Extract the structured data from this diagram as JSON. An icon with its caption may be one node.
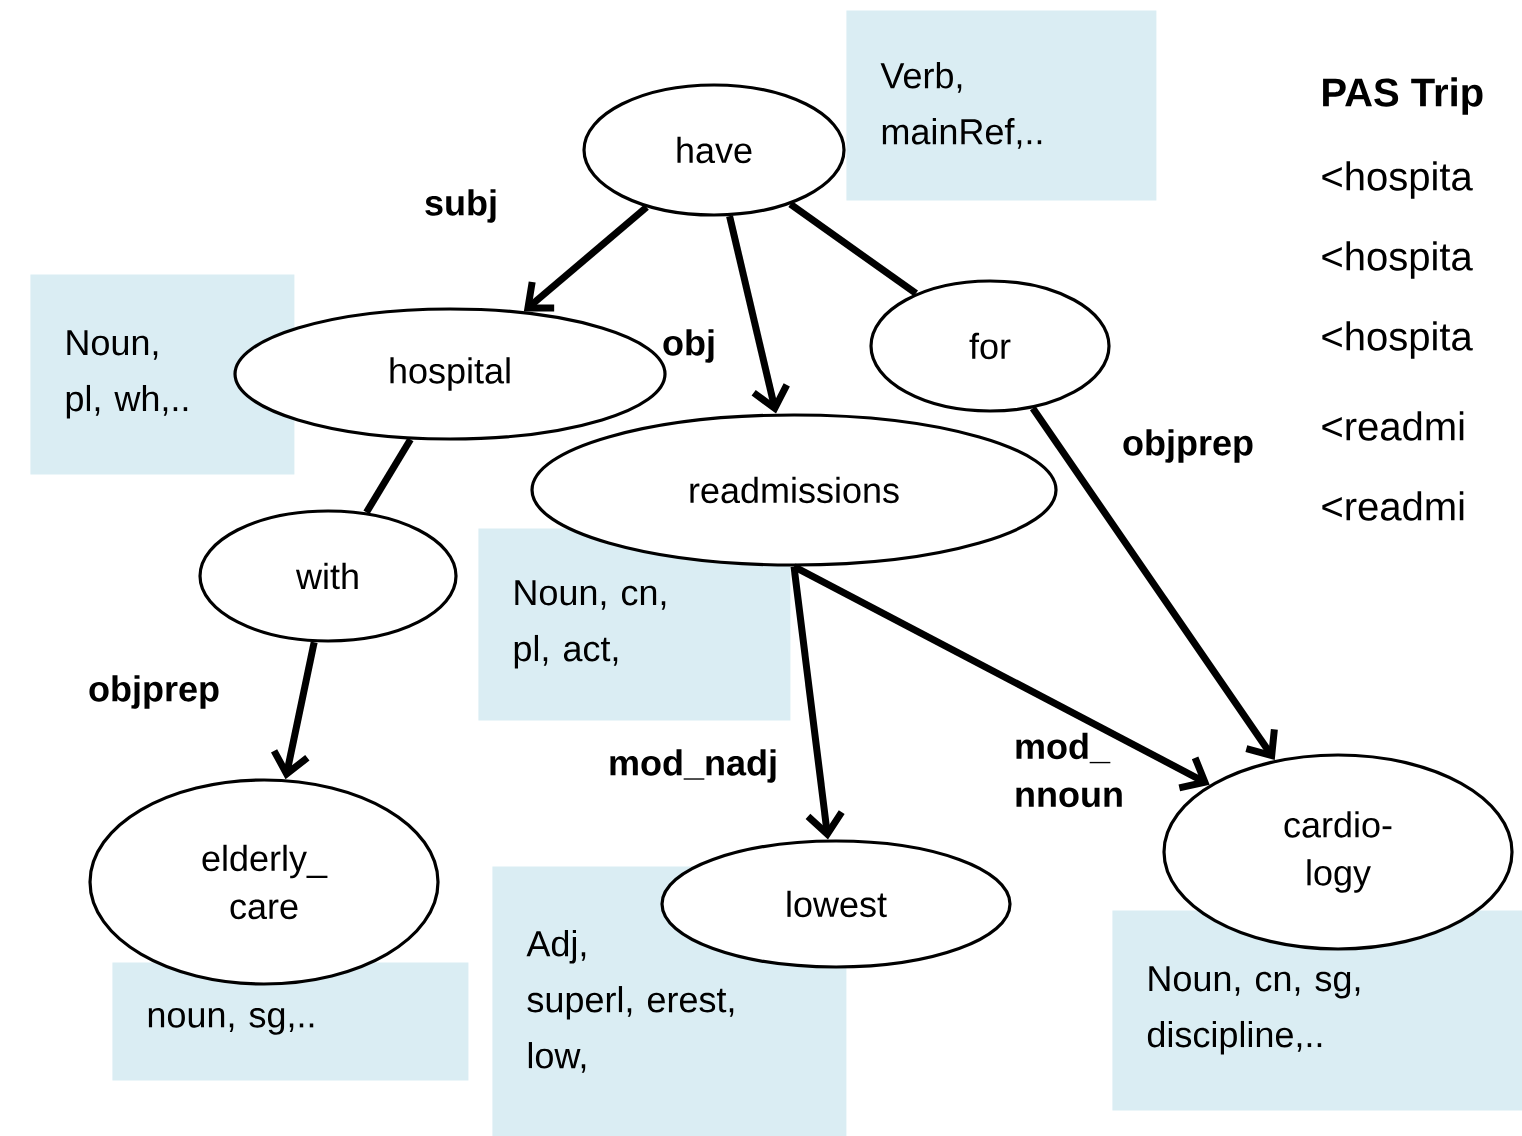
{
  "diagram": {
    "nodes": [
      {
        "text": [
          "have"
        ]
      },
      {
        "text": [
          "Verb, mainRef,.."
        ]
      },
      {
        "text": [
          "Noun, pl, wh,.."
        ]
      },
      {
        "text": [
          "hospital"
        ]
      },
      {
        "text": [
          "for"
        ]
      },
      {
        "text": [
          "readmissions"
        ]
      },
      {
        "text": [
          "with"
        ]
      },
      {
        "text": [
          "Noun, cn, pl, act,"
        ]
      },
      {
        "text": [
          "elderly_ care"
        ]
      },
      {
        "text": [
          "Adj, superl, erest, low,"
        ]
      },
      {
        "text": [
          "lowest"
        ]
      },
      {
        "text": [
          "cardio- logy"
        ]
      },
      {
        "text": [
          "noun, sg,.."
        ]
      },
      {
        "text": [
          "Noun, cn, sg, discipline,.."
        ]
      }
    ],
    "edges": [
      {
        "from": 0,
        "to": 3,
        "arrow": "to",
        "label": "subj"
      },
      {
        "from": 0,
        "to": 5,
        "arrow": "to",
        "label": "obj"
      },
      {
        "from": 0,
        "to": 4,
        "arrow": "none"
      },
      {
        "from": 3,
        "to": 6,
        "arrow": "none"
      },
      {
        "from": 6,
        "to": 8,
        "arrow": "to",
        "label": "objprep"
      },
      {
        "from": 4,
        "to": 11,
        "arrow": "to",
        "label": "objprep"
      },
      {
        "from": 5,
        "to": 10,
        "arrow": "to",
        "label": "mod_nadj"
      },
      {
        "from": 5,
        "to": 11,
        "arrow": "to",
        "label": "mod_ nnoun"
      }
    ],
    "labels": [
      "PAS Trip",
      "<hospita",
      "<hospita",
      "<hospita",
      "<readmi",
      "<readmi"
    ]
  }
}
